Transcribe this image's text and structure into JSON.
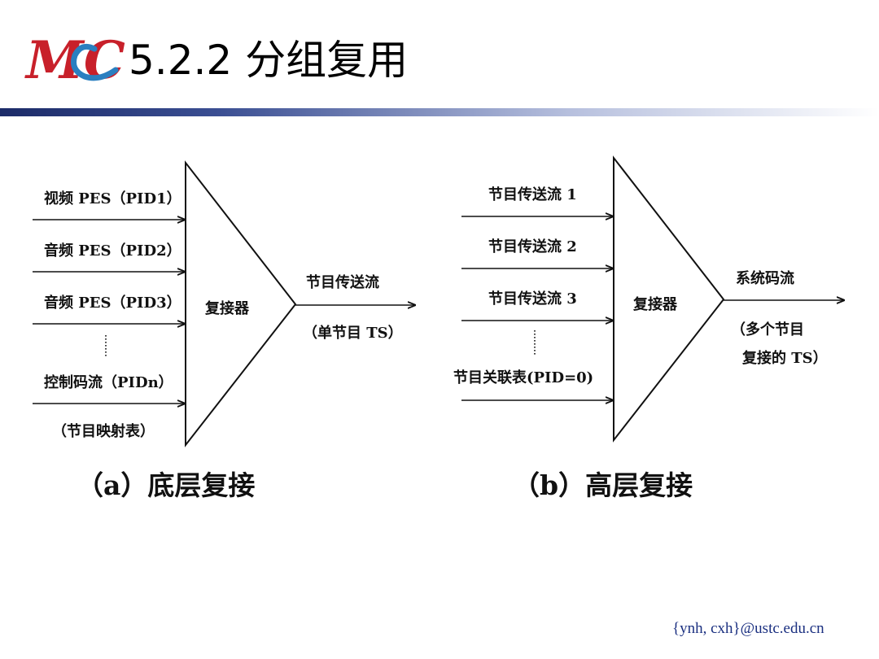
{
  "slide": {
    "logo_text": "MC",
    "title": "5.2.2 分组复用",
    "footer": "{ynh, cxh}@ustc.edu.cn"
  },
  "diagram_a": {
    "inputs": [
      "视频 PES（PID1）",
      "音频 PES（PID2）",
      "音频 PES（PID3）",
      "控制码流（PIDn）"
    ],
    "input_note": "（节目映射表）",
    "block": "复接器",
    "output_label": "节目传送流",
    "output_note": "（单节目 TS）",
    "caption": "（a）底层复接"
  },
  "diagram_b": {
    "inputs": [
      "节目传送流 1",
      "节目传送流 2",
      "节目传送流 3",
      "节目关联表(PID=0)"
    ],
    "block": "复接器",
    "output_label": "系统码流",
    "output_note_1": "（多个节目",
    "output_note_2": "复接的 TS）",
    "caption": "（b）高层复接"
  },
  "colors": {
    "title_bar_start": "#1c2b68",
    "footer_text": "#1a2f80"
  },
  "icons": {
    "logo": "mc-logo-icon"
  }
}
